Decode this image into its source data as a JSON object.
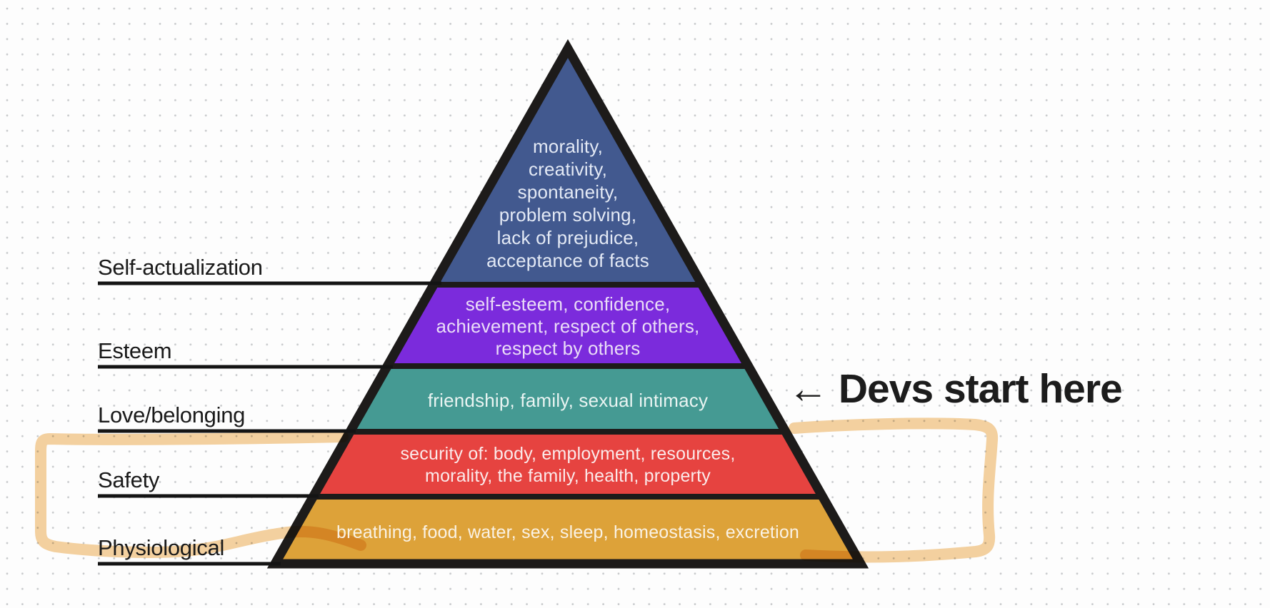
{
  "background": {
    "bg_color": "#fdfdfd",
    "dot_color": "#c7c9cb"
  },
  "pyramid": {
    "outline_color": "#1d1b1a",
    "levels": [
      {
        "name": "Self-actualization",
        "color": "#42598f",
        "text_color": "#e3e9f5",
        "lines": [
          "morality,",
          "creativity,",
          "spontaneity,",
          "problem solving,",
          "lack of prejudice,",
          "acceptance of facts"
        ]
      },
      {
        "name": "Esteem",
        "color": "#7b2bdc",
        "text_color": "#eadcf7",
        "lines": [
          "self-esteem, confidence,",
          "achievement, respect of others,",
          "respect by others"
        ]
      },
      {
        "name": "Love/belonging",
        "color": "#459a93",
        "text_color": "#e9f4f2",
        "lines": [
          "friendship, family, sexual intimacy"
        ]
      },
      {
        "name": "Safety",
        "color": "#e64340",
        "text_color": "#fbeaea",
        "lines": [
          "security of: body, employment, resources,",
          "morality, the family, health, property"
        ]
      },
      {
        "name": "Physiological",
        "color": "#dda239",
        "text_color": "#faf2e4",
        "lines": [
          "breathing, food, water, sex, sleep, homeostasis, excretion"
        ]
      }
    ]
  },
  "labels": {
    "line_color": "#141414",
    "text_color": "#1a1a1a"
  },
  "annotation": {
    "text": "← Devs start here",
    "text_color": "#1c1c1c",
    "highlighter_color": "#f5d2a0"
  }
}
